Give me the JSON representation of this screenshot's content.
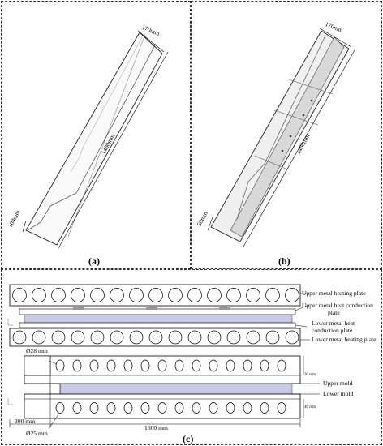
{
  "panel_a": {
    "label": "(a)",
    "width": "170mm",
    "length": "1480mm",
    "end": "104mm"
  },
  "panel_b": {
    "label": "(b)",
    "width": "170mm",
    "length": "1480mm",
    "end": "50mm"
  },
  "panel_c": {
    "label": "(c)",
    "parts": {
      "upper_heating": "Upper metal heating plate",
      "upper_conduction_1": "Upper metal heat conduction",
      "upper_conduction_2": "plate",
      "lower_conduction_1": "Lower metal heat",
      "lower_conduction_2": "conduction plate",
      "lower_heating": "Lower metal heating plate",
      "upper_mold": "Upper mold",
      "lower_mold": "Lower mold"
    },
    "dims": {
      "d28": "Ø28 mm",
      "d25": "Ø25 mm",
      "len300": "300 mm",
      "len1600": "1600 mm",
      "h30": "30 mm",
      "h40": "40 mm"
    }
  },
  "colors": {
    "mold_fill": "#c9cbe6",
    "plate_fill": "#d8daf0",
    "line": "#000000"
  }
}
